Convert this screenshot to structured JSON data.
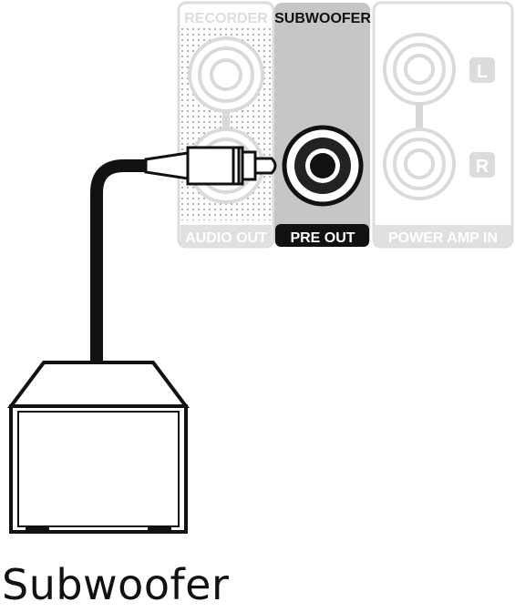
{
  "panel": {
    "recorder": {
      "header": "RECORDER",
      "footer": "AUDIO OUT"
    },
    "subwoofer": {
      "header": "SUBWOOFER",
      "footer": "PRE OUT"
    },
    "power_amp": {
      "footer": "POWER AMP IN",
      "left_badge": "L",
      "right_badge": "R"
    }
  },
  "caption": "Subwoofer",
  "colors": {
    "grey_panel": "#c6c6c6",
    "light_outline": "#e2e2e2",
    "cable": "#111111",
    "black_label": "#111111"
  }
}
